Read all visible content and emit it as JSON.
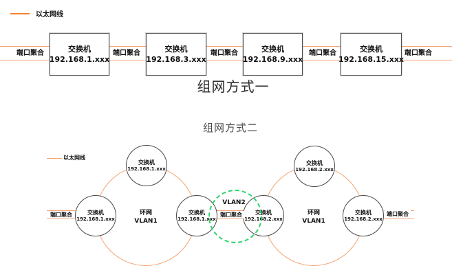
{
  "colors": {
    "legend_orange": "#F58233",
    "line_orange": "#F5A473",
    "vlan2_green": "#2FD36B",
    "border_gray": "#4A4A4A"
  },
  "method1": {
    "title": "组网方式一",
    "legend_label": "以太网线",
    "aggregations": [
      "端口聚合",
      "端口聚合",
      "端口聚合",
      "端口聚合",
      "端口聚合"
    ],
    "switches": [
      {
        "name": "交换机",
        "ip": "192.168.1.xxx"
      },
      {
        "name": "交换机",
        "ip": "192.168.3.xxx"
      },
      {
        "name": "交换机",
        "ip": "192.168.9.xxx"
      },
      {
        "name": "交换机",
        "ip": "192.168.15.xxx"
      }
    ]
  },
  "method2": {
    "title": "组网方式二",
    "legend_label": "以太网线",
    "rings": [
      {
        "label_top": "环网",
        "label_bottom": "VLAN1",
        "switches": [
          {
            "name": "交换机",
            "ip": "192.168.1.xxx"
          },
          {
            "name": "交换机",
            "ip": "192.168.1.xxx"
          },
          {
            "name": "交换机",
            "ip": "192.168.1.xxx"
          }
        ]
      },
      {
        "label_top": "环网",
        "label_bottom": "VLAN1",
        "switches": [
          {
            "name": "交换机",
            "ip": "192.168.2.xxx"
          },
          {
            "name": "交换机",
            "ip": "192.168.2.xxx"
          },
          {
            "name": "交换机",
            "ip": "192.168.2.xxx"
          }
        ]
      }
    ],
    "vlan2_label": "VLAN2",
    "mid_aggregation": "端口聚合",
    "left_aggregation": "端口聚合",
    "right_aggregation": "端口聚合"
  }
}
